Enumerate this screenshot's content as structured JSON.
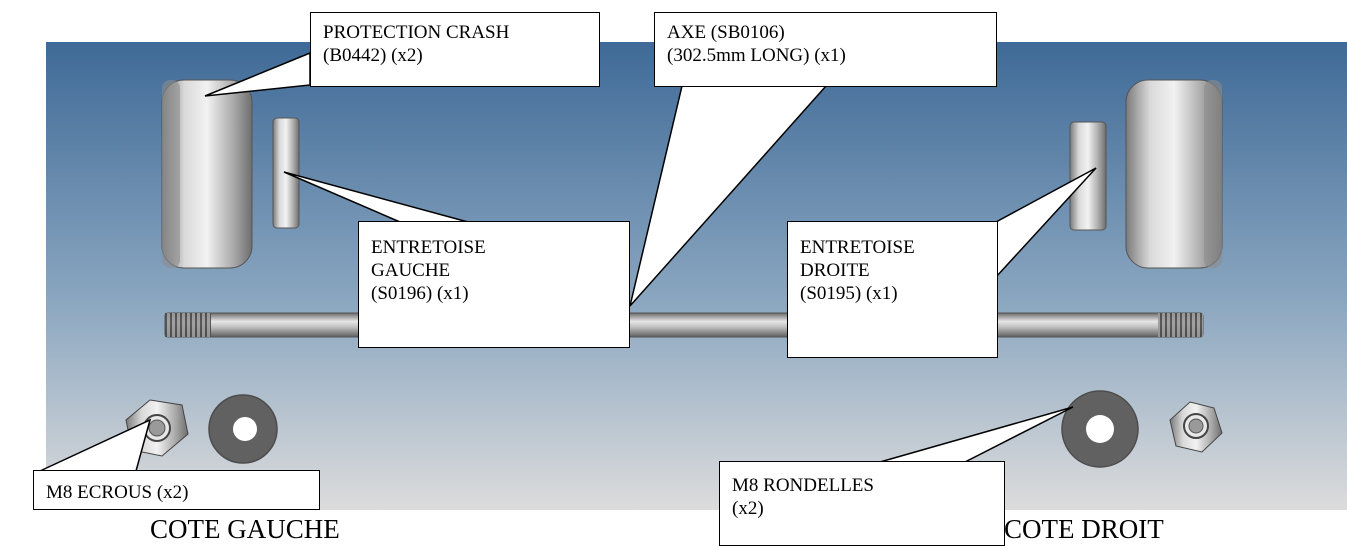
{
  "callouts": {
    "protection_crash": "PROTECTION CRASH\n(B0442) (x2)",
    "axe": "AXE (SB0106)\n (302.5mm LONG)  (x1)",
    "entretoise_gauche": "ENTRETOISE\nGAUCHE\n (S0196) (x1)",
    "entretoise_droite": "ENTRETOISE\nDROITE\n (S0195) (x1)",
    "m8_ecrous": "M8 ECROUS (x2)",
    "m8_rondelles": "M8 RONDELLES\n(x2)"
  },
  "side_labels": {
    "left": "COTE GAUCHE",
    "right": "COTE DROIT"
  },
  "colors": {
    "background_top": "#3f6a97",
    "background_bottom": "#dcdcdc",
    "part_metal": "#b5b5b5",
    "washer": "#616161"
  }
}
